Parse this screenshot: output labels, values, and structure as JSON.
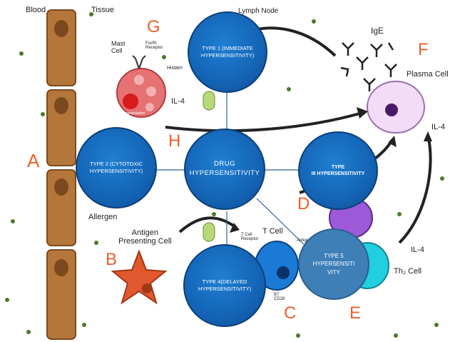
{
  "center_node": {
    "label": "DRUG\nHYPERSENSITIVITY"
  },
  "nodes": [
    {
      "id": "type1",
      "label": "TYPE 1 (IMMEDIATE\nHYPERSENSITIVITY)"
    },
    {
      "id": "type2",
      "label": "TYPE 2 (CYTOTOXIC\nHYPERSENSITIVITY)"
    },
    {
      "id": "type3",
      "label": "TYPE\nIII HYPERSENSITIVITY"
    },
    {
      "id": "type4",
      "label": "TYPE 4(DELAYED\nHYPERSENSITIVITY)"
    },
    {
      "id": "type5",
      "label": "TYPE 5\nHYPERSENSITI\nVITY"
    }
  ],
  "background_labels": {
    "blood": "Blood",
    "tissue": "Tissue",
    "lymph_node": "Lymph Node",
    "ige": "IgE",
    "mast_cell": "Mast\nCell",
    "fceri": "FcεRI\nReceptor",
    "histamine": "Histam",
    "degranulation": "Degranulation",
    "il4_top": "IL-4",
    "plasma_cell": "Plasma Cell",
    "il4_right": "IL-4",
    "allergen": "Allergen",
    "apc": "Antigen\nPresenting Cell",
    "t_cell": "T Cell",
    "t_cell_receptor": "T Cell\nReceptor",
    "antigen": "Antigen",
    "b7_cd28": "B7\nCD28",
    "th2_cell": "Th₂ Cell",
    "il4_bottom": "IL-4"
  },
  "letters": [
    "A",
    "B",
    "C",
    "D",
    "E",
    "F",
    "G",
    "H"
  ],
  "colors": {
    "node_fill": "#1566b8",
    "node_border": "#0d3f78",
    "letter": "#e8622c",
    "vessel": "#b5763a",
    "connector": "#2f5fa0"
  }
}
